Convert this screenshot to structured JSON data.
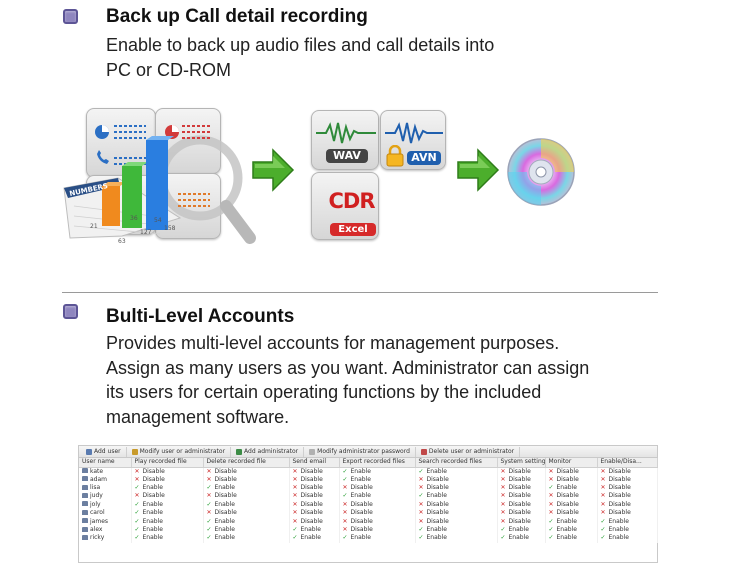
{
  "section1": {
    "heading": "Back up Call detail recording",
    "text_line1": "Enable to back up audio files and call details into",
    "text_line2": "PC or CD-ROM"
  },
  "diagram": {
    "numbers_label": "NUMBERS",
    "chart_numbers": [
      "21",
      "36",
      "54",
      "63",
      "127",
      "158"
    ],
    "wav_label": "WAV",
    "avn_label": "AVN",
    "cdr_label": "CDR",
    "excel_label": "Excel"
  },
  "section2": {
    "heading": "Bulti-Level Accounts",
    "lines": [
      "Provides multi-level accounts for management purposes.",
      "Assign as many users as you want. Administrator can assign",
      "its users for certain operating functions by the included",
      "management software."
    ]
  },
  "table": {
    "toolbar": [
      "Add user",
      "Modify user or administrator",
      "Add administrator",
      "Modify administrator password",
      "Delete user or administrator"
    ],
    "columns": [
      "User name",
      "Play recorded file",
      "Delete recorded file",
      "Send email",
      "Export recorded files",
      "Search recorded files",
      "System setting",
      "Monitor",
      "Enable/Disa..."
    ],
    "rows": [
      {
        "name": "kate",
        "cells": [
          "Disable",
          "Disable",
          "Disable",
          "Enable",
          "Enable",
          "Disable",
          "Disable",
          "Disable"
        ]
      },
      {
        "name": "adam",
        "cells": [
          "Disable",
          "Disable",
          "Disable",
          "Enable",
          "Disable",
          "Disable",
          "Disable",
          "Disable"
        ]
      },
      {
        "name": "lisa",
        "cells": [
          "Enable",
          "Enable",
          "Disable",
          "Disable",
          "Disable",
          "Disable",
          "Enable",
          "Disable"
        ]
      },
      {
        "name": "judy",
        "cells": [
          "Disable",
          "Disable",
          "Disable",
          "Enable",
          "Enable",
          "Disable",
          "Disable",
          "Disable"
        ]
      },
      {
        "name": "joly",
        "cells": [
          "Enable",
          "Enable",
          "Disable",
          "Disable",
          "Disable",
          "Disable",
          "Disable",
          "Disable"
        ]
      },
      {
        "name": "carol",
        "cells": [
          "Enable",
          "Disable",
          "Disable",
          "Disable",
          "Disable",
          "Disable",
          "Disable",
          "Disable"
        ]
      },
      {
        "name": "james",
        "cells": [
          "Enable",
          "Enable",
          "Disable",
          "Disable",
          "Disable",
          "Disable",
          "Enable",
          "Enable"
        ]
      },
      {
        "name": "alex",
        "cells": [
          "Enable",
          "Enable",
          "Enable",
          "Disable",
          "Enable",
          "Enable",
          "Enable",
          "Enable"
        ]
      },
      {
        "name": "ricky",
        "cells": [
          "Enable",
          "Enable",
          "Enable",
          "Enable",
          "Enable",
          "Enable",
          "Enable",
          "Enable"
        ]
      }
    ]
  },
  "colors": {
    "bullet": "#8f86bf",
    "arrow_green": "#4cae2c",
    "badge_red": "#d62a2a",
    "badge_blue": "#1f5fae"
  }
}
